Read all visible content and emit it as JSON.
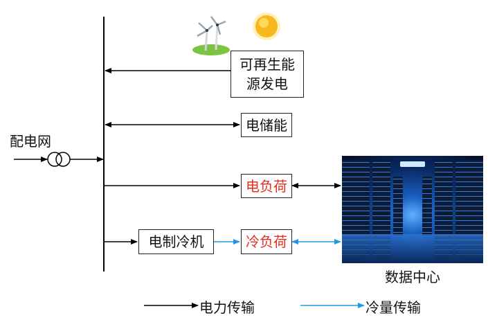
{
  "labels": {
    "grid": "配电网",
    "renewable": "可再生能\n源发电",
    "storage": "电储能",
    "elec_load": "电负荷",
    "chiller": "电制冷机",
    "cool_load": "冷负荷",
    "datacenter": "数据中心"
  },
  "legend": {
    "power": "电力传输",
    "cooling": "冷量传输"
  },
  "colors": {
    "power_line": "#000000",
    "cooling_line": "#1e9be6",
    "load_text": "#e0301e"
  },
  "icons": [
    "wind-turbine-icon",
    "sun-icon",
    "transformer-icon",
    "server-room-image"
  ]
}
